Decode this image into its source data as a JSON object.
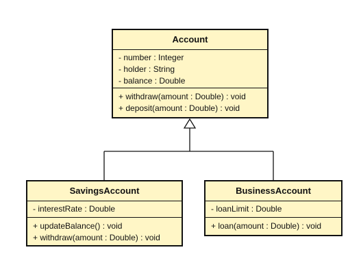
{
  "diagram": {
    "classes": [
      {
        "id": "account",
        "name": "Account",
        "attributes": [
          "- number : Integer",
          "- holder : String",
          "- balance : Double"
        ],
        "operations": [
          "+ withdraw(amount : Double) : void",
          "+ deposit(amount : Double) : void"
        ]
      },
      {
        "id": "savings",
        "name": "SavingsAccount",
        "attributes": [
          "- interestRate : Double"
        ],
        "operations": [
          "+ updateBalance() : void",
          "+ withdraw(amount : Double) : void"
        ]
      },
      {
        "id": "business",
        "name": "BusinessAccount",
        "attributes": [
          "- loanLimit : Double"
        ],
        "operations": [
          "+ loan(amount : Double) : void"
        ]
      }
    ],
    "relationships": [
      {
        "type": "generalization",
        "from": "SavingsAccount",
        "to": "Account"
      },
      {
        "type": "generalization",
        "from": "BusinessAccount",
        "to": "Account"
      }
    ],
    "colors": {
      "class_fill": "#fff6c6",
      "line": "#111111"
    }
  }
}
